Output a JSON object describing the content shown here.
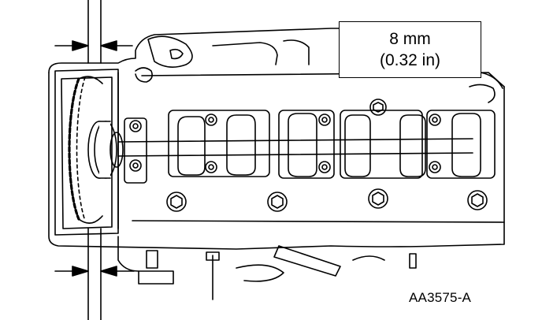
{
  "callout": {
    "metric": "8 mm",
    "imperial": "(0.32 in)"
  },
  "figure_code": "AA3575-A",
  "colors": {
    "ink": "#000000",
    "paper": "#ffffff"
  },
  "icons": [
    "dimension-arrow-icon"
  ]
}
